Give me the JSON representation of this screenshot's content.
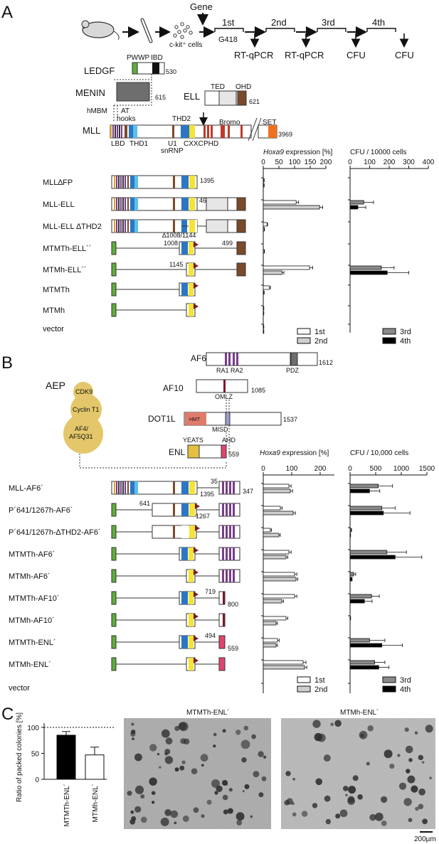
{
  "panels": {
    "a": "A",
    "b": "B",
    "c": "C"
  },
  "workflow": {
    "gene": "Gene",
    "ckit": "c-kit⁺ cells",
    "rounds": [
      "1st",
      "2nd",
      "3rd",
      "4th"
    ],
    "g418": "G418",
    "readouts": [
      "RT-qPCR",
      "RT-qPCR",
      "CFU",
      "CFU"
    ]
  },
  "proteins_a": {
    "ledgf": {
      "name": "LEDGF",
      "pwwp": "PWWP",
      "ibd": "IBD",
      "len": "530"
    },
    "menin": {
      "name": "MENIN",
      "len": "615"
    },
    "ell": {
      "name": "ELL",
      "ted": "TED",
      "ohd": "OHD",
      "len": "621"
    },
    "mll": {
      "name": "MLL",
      "len": "3969",
      "hmbm": "hMBM",
      "at_hooks": "AT\nhooks",
      "at": "AT",
      "hooks": "hooks",
      "lbd": "LBD",
      "thd1": "THD1",
      "u1": "U1",
      "snrnp": "snRNP",
      "cxxc": "CXXC",
      "thd2": "THD2",
      "phd": "PHD",
      "bromo": "Bromo",
      "set": "SET"
    }
  },
  "constructs_a": [
    {
      "label": "MLL∆FP",
      "num": "1395"
    },
    {
      "label": "MLL-ELL",
      "num": "46"
    },
    {
      "label": "MLL-ELL ∆THD2",
      "num": "∆1008/1144"
    },
    {
      "label": "MTMTh-ELL´´",
      "num": "1008",
      "num2": "499"
    },
    {
      "label": "MTMh-ELL´´",
      "num": "1145"
    },
    {
      "label": "MTMTh",
      "num": ""
    },
    {
      "label": "MTMh",
      "num": ""
    },
    {
      "label": "vector",
      "num": ""
    }
  ],
  "chart_a_hoxa9": {
    "type": "bar",
    "title": "Hoxa9",
    "title_rest": " expression [%]",
    "ticks": [
      "0",
      "50",
      "100",
      "150",
      "200"
    ],
    "xlim": [
      0,
      200
    ],
    "series": [
      {
        "name": "1st",
        "values": [
          2,
          105,
          12,
          0,
          148,
          20,
          1,
          1
        ],
        "errors": [
          1,
          8,
          2,
          0,
          10,
          3,
          0,
          0
        ]
      },
      {
        "name": "2nd",
        "values": [
          2,
          180,
          3,
          3,
          60,
          2,
          1,
          1
        ],
        "errors": [
          1,
          10,
          1,
          1,
          6,
          1,
          0,
          0
        ]
      }
    ]
  },
  "chart_a_cfu": {
    "type": "bar",
    "title": "CFU / 10000 cells",
    "ticks": [
      "0",
      "100",
      "200",
      "300",
      "400"
    ],
    "xlim": [
      0,
      400
    ],
    "series": [
      {
        "name": "3rd",
        "values": [
          0,
          70,
          0,
          0,
          160,
          0,
          0,
          0
        ],
        "errors": [
          0,
          50,
          0,
          0,
          65,
          0,
          0,
          0
        ]
      },
      {
        "name": "4th",
        "values": [
          0,
          40,
          0,
          0,
          190,
          0,
          0,
          0
        ],
        "errors": [
          0,
          40,
          0,
          0,
          110,
          0,
          0,
          0
        ]
      }
    ]
  },
  "aep": {
    "title": "AEP",
    "cdk9": "CDK9",
    "cyclin": "Cyclin T1",
    "af4": "AF4/",
    "af4b": "AF5Q31"
  },
  "proteins_b": {
    "af6": {
      "name": "AF6",
      "ra1": "RA1",
      "ra2": "RA2",
      "pdz": "PDZ",
      "len": "1612"
    },
    "af10": {
      "name": "AF10",
      "omlz": "OMLZ",
      "len": "1085"
    },
    "dot1l": {
      "name": "DOT1L",
      "hmt": "HMT",
      "misd": "MISD",
      "len": "1537"
    },
    "enl": {
      "name": "ENL",
      "yeats": "YEATS",
      "ahd": "AHD",
      "len": "559"
    }
  },
  "constructs_b": [
    {
      "label": "MLL-AF6´",
      "n1": "35",
      "n2": "1395",
      "n3": "347"
    },
    {
      "label": "P´641/1267h-AF6´",
      "n1": "641",
      "n2": "1267",
      "n3": ""
    },
    {
      "label": "P´641/1267h-∆THD2-AF6´",
      "n1": "",
      "n2": "",
      "n3": ""
    },
    {
      "label": "MTMTh-AF6´",
      "n1": "",
      "n2": "",
      "n3": ""
    },
    {
      "label": "MTMh-AF6´",
      "n1": "",
      "n2": "",
      "n3": ""
    },
    {
      "label": "MTMTh-AF10´",
      "n1": "719",
      "n2": "800",
      "n3": ""
    },
    {
      "label": "MTMh-AF10´",
      "n1": "",
      "n2": "",
      "n3": ""
    },
    {
      "label": "MTMTh-ENL´",
      "n1": "494",
      "n2": "559",
      "n3": ""
    },
    {
      "label": "MTMh-ENL´",
      "n1": "",
      "n2": "",
      "n3": ""
    },
    {
      "label": "vector",
      "n1": "",
      "n2": "",
      "n3": ""
    }
  ],
  "chart_b_hoxa9": {
    "type": "bar",
    "title": "Hoxa9",
    "title_rest": " expression [%]",
    "ticks": [
      "0",
      "100",
      "200"
    ],
    "xlim": [
      0,
      250
    ],
    "series": [
      {
        "name": "1st",
        "values": [
          90,
          60,
          25,
          90,
          110,
          110,
          80,
          50,
          140,
          0
        ],
        "errors": [
          8,
          6,
          4,
          8,
          8,
          8,
          6,
          6,
          10,
          0
        ]
      },
      {
        "name": "2nd",
        "values": [
          95,
          105,
          55,
          80,
          115,
          65,
          45,
          45,
          145,
          0
        ],
        "errors": [
          8,
          8,
          5,
          6,
          6,
          6,
          5,
          5,
          8,
          0
        ]
      }
    ]
  },
  "chart_b_cfu": {
    "type": "bar",
    "title": "CFU / 10,000 cells",
    "ticks": [
      "0",
      "500",
      "1000",
      "1500"
    ],
    "xlim": [
      0,
      1500
    ],
    "series": [
      {
        "name": "3rd",
        "values": [
          550,
          620,
          20,
          720,
          70,
          420,
          10,
          380,
          480,
          0
        ],
        "errors": [
          280,
          260,
          10,
          380,
          40,
          150,
          0,
          300,
          200,
          0
        ]
      },
      {
        "name": "4th",
        "values": [
          380,
          650,
          10,
          880,
          40,
          280,
          0,
          620,
          560,
          0
        ],
        "errors": [
          200,
          520,
          0,
          520,
          0,
          150,
          0,
          400,
          200,
          0
        ]
      }
    ]
  },
  "chart_c": {
    "type": "bar",
    "ylabel": "Ratio of packed colonies [%]",
    "ticks": [
      "0",
      "50",
      "100"
    ],
    "ylim": [
      0,
      100
    ],
    "categories": [
      "MTMTh-ENL´",
      "MTMh-ENL´"
    ],
    "values": [
      85,
      47
    ],
    "errors": [
      7,
      15
    ]
  },
  "micrographs": {
    "left": "MTMTh-ENL´",
    "right": "MTMh-ENL´",
    "scale": "200µm"
  },
  "colors": {
    "green": "#5fae3b",
    "blue": "#2c76c4",
    "yellow": "#f5e335",
    "lightblue": "#5bc0e6",
    "brown": "#7a4a2b",
    "red": "#c0392b",
    "orange": "#f07020",
    "gray": "#6e6e6e",
    "lightgray": "#d9d9d9",
    "purple": "#7a3c8c",
    "gold": "#e3c76a",
    "salmon": "#e07a6a",
    "pink": "#e0456f",
    "darkred": "#7a1a2a"
  }
}
